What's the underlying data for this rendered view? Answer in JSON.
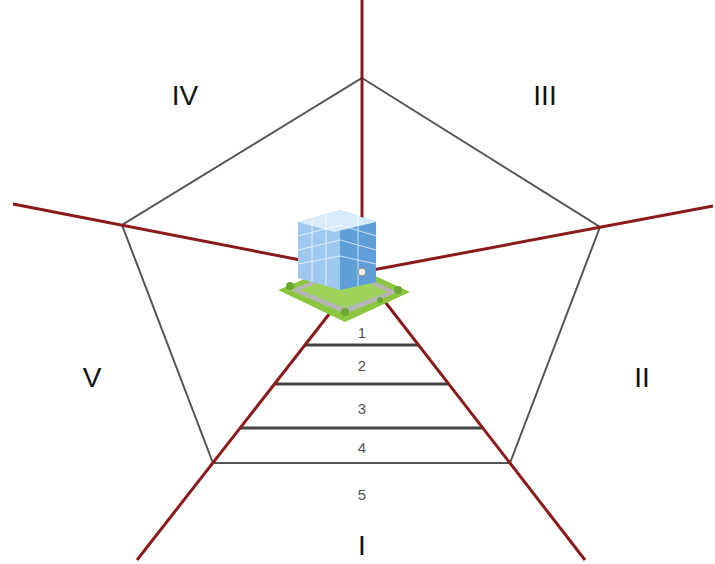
{
  "diagram": {
    "labels": [
      "IV",
      "III",
      "V",
      "II",
      "I",
      "1",
      "2",
      "3",
      "4",
      "5"
    ]
  }
}
